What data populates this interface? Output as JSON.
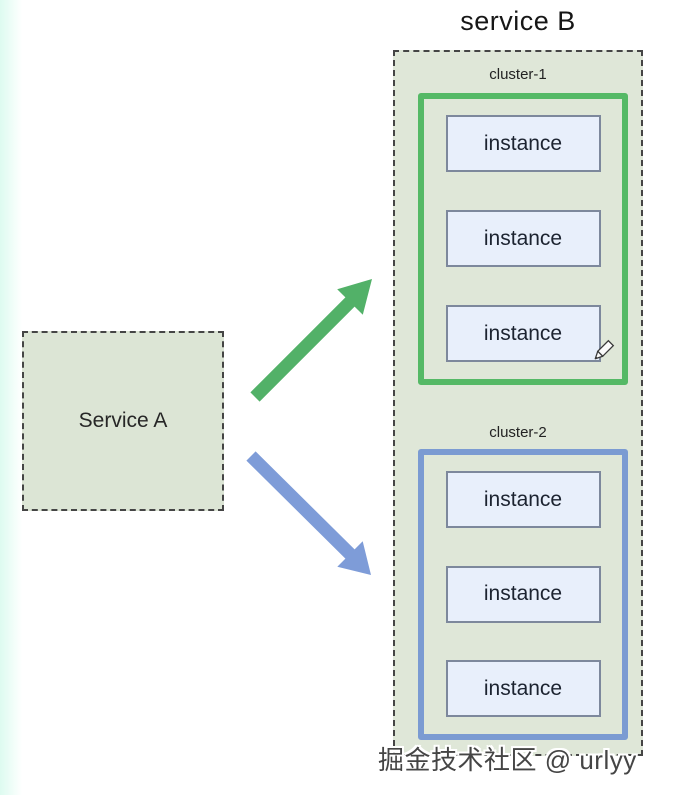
{
  "title": "service B",
  "service_a": {
    "label": "Service A"
  },
  "service_b": {
    "clusters": [
      {
        "name": "cluster-1",
        "accent_color": "#55b966",
        "instances": [
          "instance",
          "instance",
          "instance"
        ]
      },
      {
        "name": "cluster-2",
        "accent_color": "#7b9bd2",
        "instances": [
          "instance",
          "instance",
          "instance"
        ]
      }
    ]
  },
  "colors": {
    "arrow_green": "#52b168",
    "arrow_blue": "#7e9cd8",
    "container_bg": "#dfe7d8",
    "service_a_bg": "#dce5d5",
    "instance_bg": "#e8effb",
    "instance_border": "#7d889c"
  },
  "icons": {
    "pencil": "pencil-cursor"
  },
  "watermark": "掘金技术社区 @ urlyy"
}
